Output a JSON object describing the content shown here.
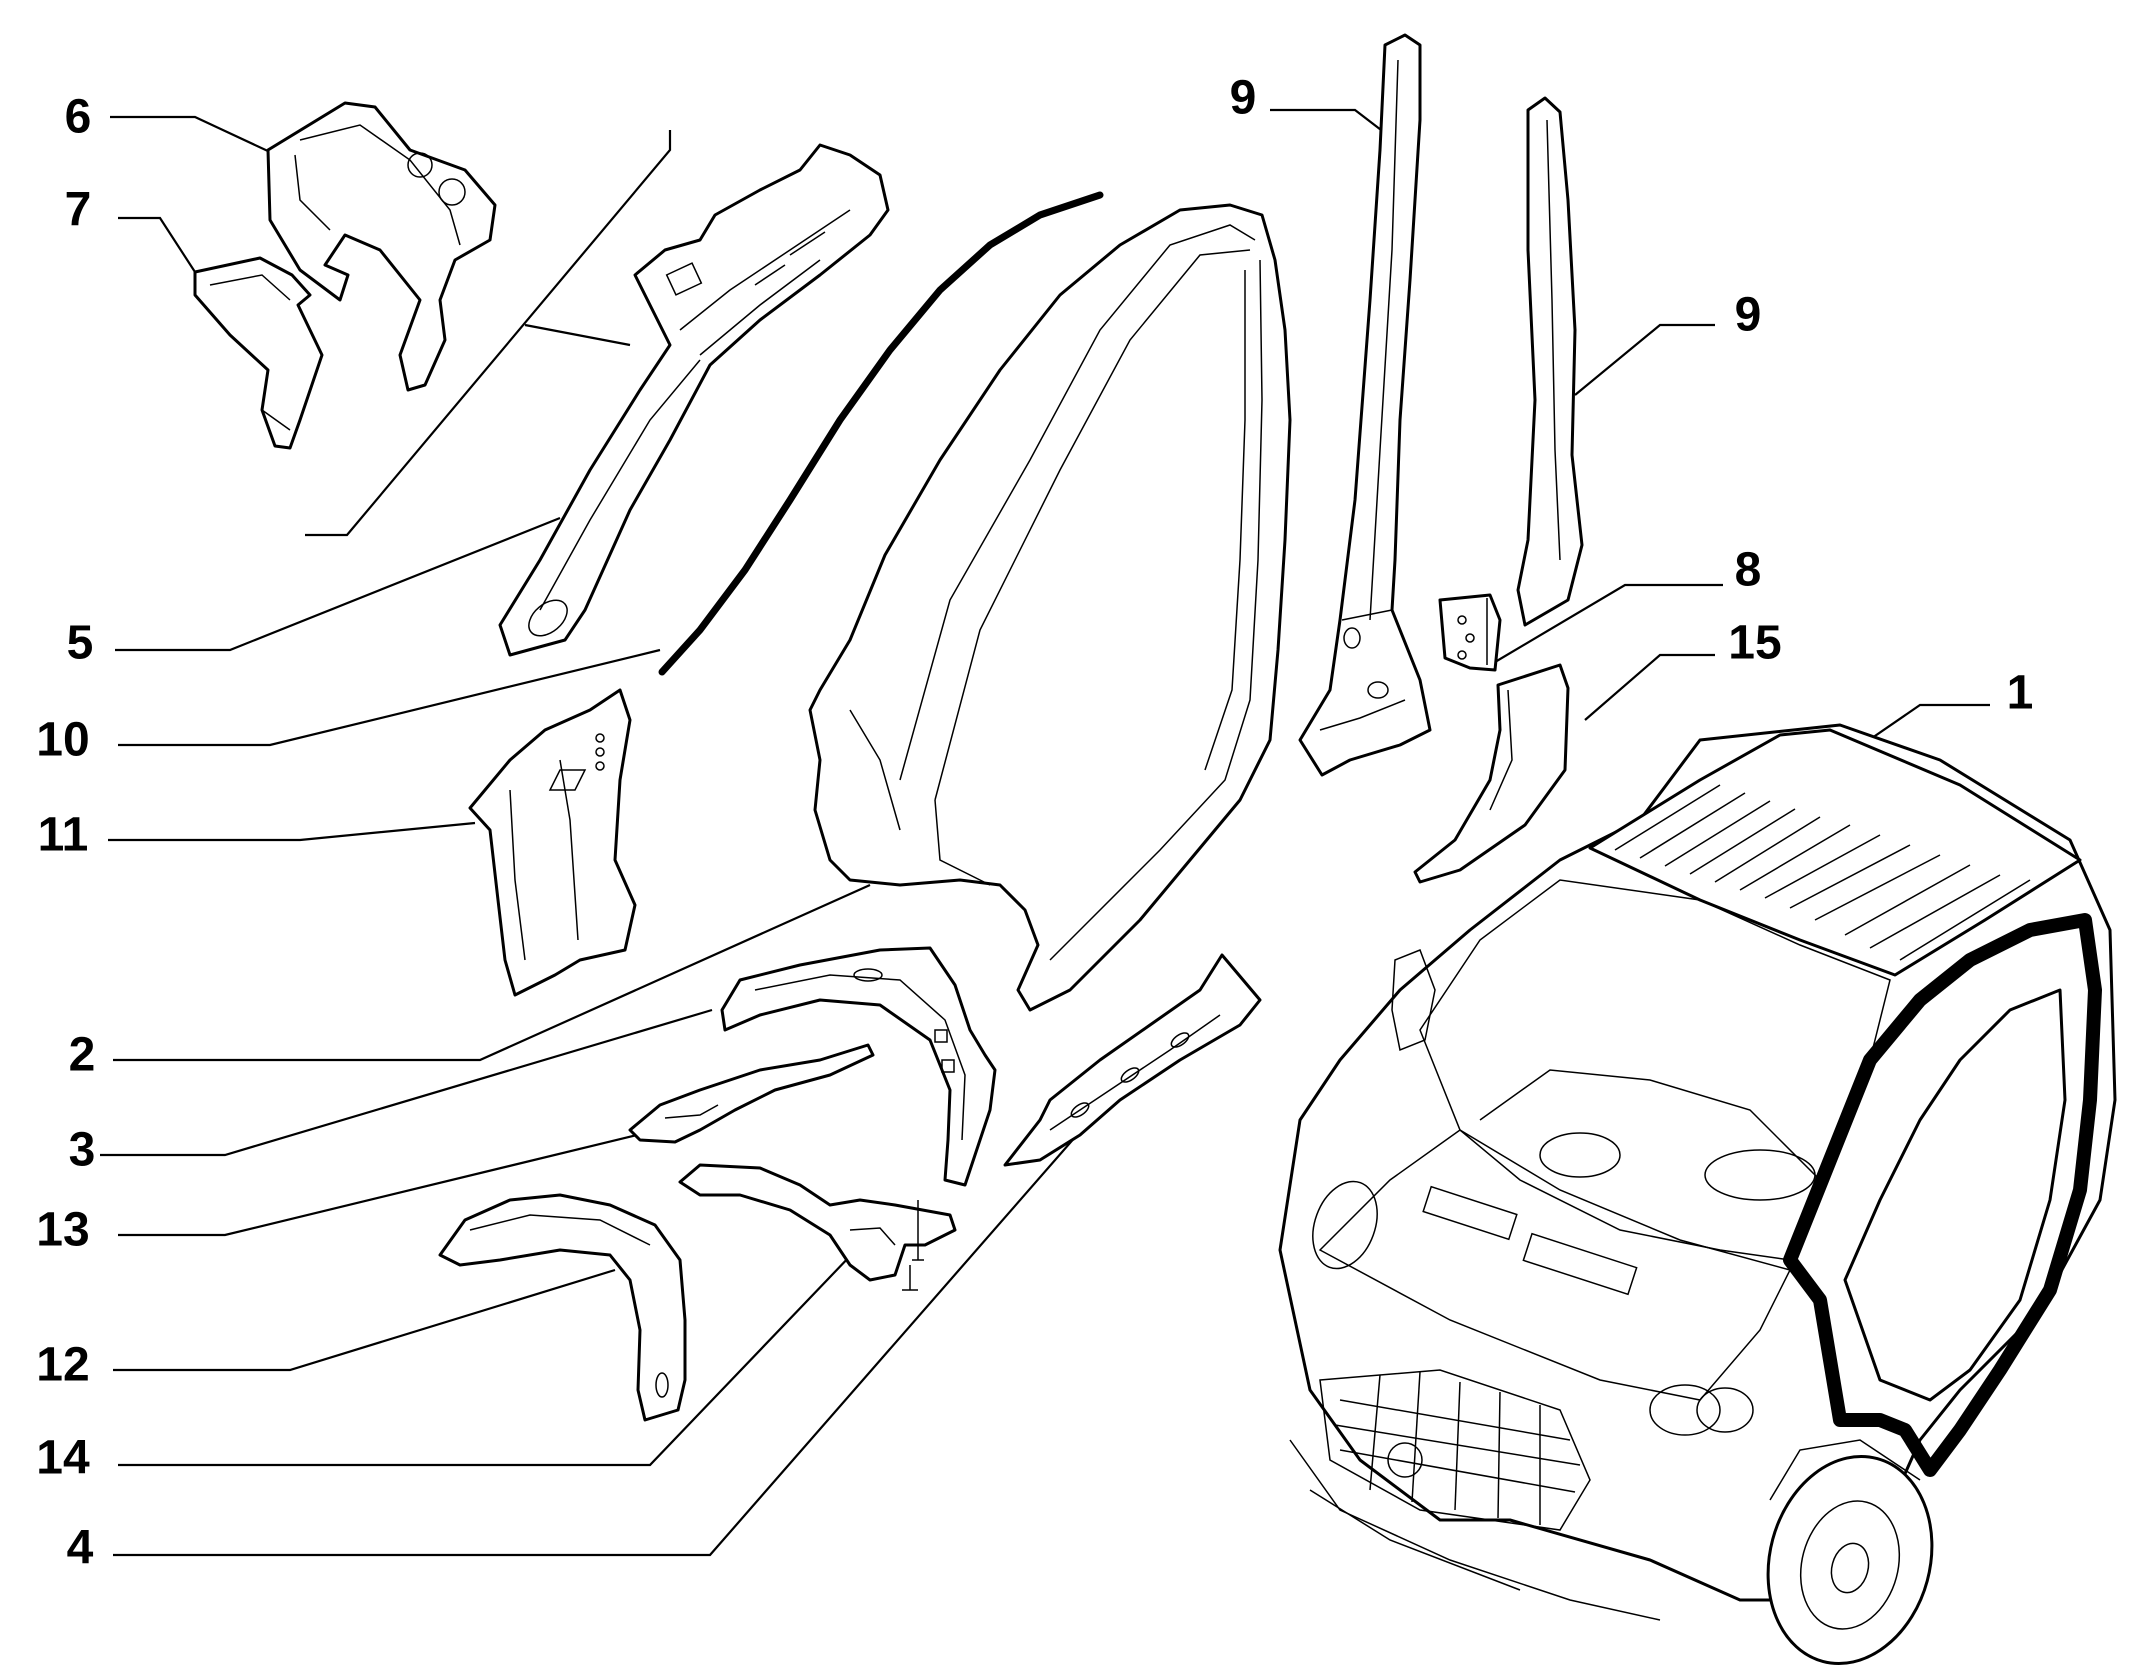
{
  "diagram": {
    "callouts": [
      {
        "id": "c6",
        "label": "6"
      },
      {
        "id": "c7",
        "label": "7"
      },
      {
        "id": "c5",
        "label": "5"
      },
      {
        "id": "c10",
        "label": "10"
      },
      {
        "id": "c11",
        "label": "11"
      },
      {
        "id": "c2",
        "label": "2"
      },
      {
        "id": "c3",
        "label": "3"
      },
      {
        "id": "c13",
        "label": "13"
      },
      {
        "id": "c12",
        "label": "12"
      },
      {
        "id": "c14",
        "label": "14"
      },
      {
        "id": "c4",
        "label": "4"
      },
      {
        "id": "c9a",
        "label": "9"
      },
      {
        "id": "c9b",
        "label": "9"
      },
      {
        "id": "c8",
        "label": "8"
      },
      {
        "id": "c15",
        "label": "15"
      },
      {
        "id": "c1",
        "label": "1"
      }
    ]
  }
}
